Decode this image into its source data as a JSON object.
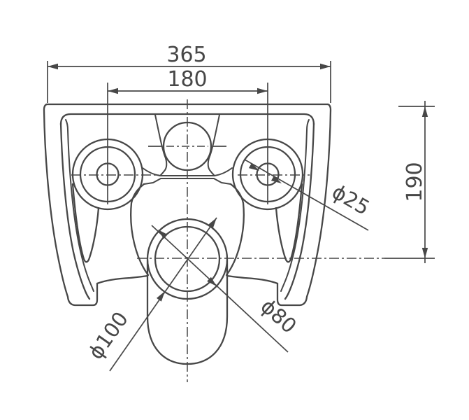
{
  "drawing": {
    "kind": "technical-dimension-drawing",
    "background_color": "#ffffff",
    "line_color": "#474747",
    "dimensions": {
      "overall_width": {
        "label": "365"
      },
      "mounting_hole_spacing": {
        "label": "180"
      },
      "top_to_outlet_center": {
        "label": "190"
      },
      "mounting_hole_diameter": {
        "label": "ϕ25"
      },
      "outlet_inner_diameter": {
        "label": "ϕ80"
      },
      "outlet_outer_diameter": {
        "label": "ϕ100"
      }
    }
  }
}
